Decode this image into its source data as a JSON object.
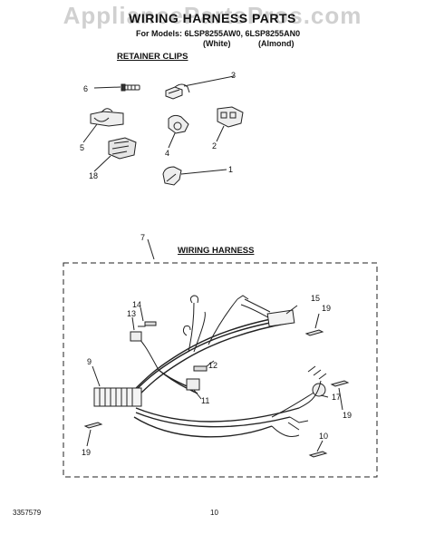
{
  "watermark": "AppliancePartsPros.com",
  "header": {
    "title": "WIRING HARNESS PARTS",
    "models_line": "For Models: 6LSP8255AW0, 6LSP8255AN0",
    "variant_white": "(White)",
    "variant_almond": "(Almond)"
  },
  "sections": {
    "retainer_clips": "RETAINER CLIPS",
    "wiring_harness": "WIRING HARNESS"
  },
  "callouts": {
    "c1": "1",
    "c2": "2",
    "c3": "3",
    "c4": "4",
    "c5": "5",
    "c6": "6",
    "c7": "7",
    "c9": "9",
    "c10": "10",
    "c11": "11",
    "c12": "12",
    "c13": "13",
    "c14": "14",
    "c15": "15",
    "c17": "17",
    "c18": "18",
    "c19a": "19",
    "c19b": "19",
    "c19c": "19"
  },
  "footer": {
    "doc_number": "3357579",
    "page_number": "10"
  }
}
